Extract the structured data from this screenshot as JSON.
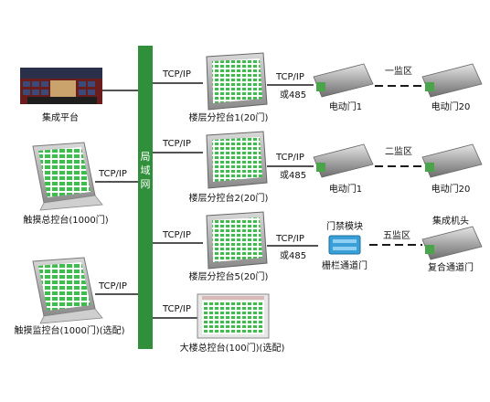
{
  "network": {
    "chars": [
      "局",
      "域",
      "网"
    ]
  },
  "left": {
    "integration_platform": "集成平台",
    "touch_master": "触摸总控台(1000门)",
    "touch_monitor": "触摸监控台(1000门)(选配)",
    "tcpip_touch_master": "TCP/IP",
    "tcpip_touch_monitor": "TCP/IP"
  },
  "rows": [
    {
      "tcpip": "TCP/IP",
      "controller": "楼层分控台1(20门)",
      "link": "TCP/IP",
      "link_alt": "或485",
      "door_a": "电动门1",
      "zone": "一监区",
      "door_b": "电动门20"
    },
    {
      "tcpip": "TCP/IP",
      "controller": "楼层分控台2(20门)",
      "link": "TCP/IP",
      "link_alt": "或485",
      "door_a": "电动门1",
      "zone": "二监区",
      "door_b": "电动门20"
    },
    {
      "tcpip": "TCP/IP",
      "controller": "楼层分控台5(20门)",
      "link": "TCP/IP",
      "link_alt": "或485",
      "module": "门禁模块",
      "door_a": "栅栏通道门",
      "zone": "五监区",
      "module_b": "集成机头",
      "door_b": "复合通道门"
    }
  ],
  "building": {
    "tcpip": "TCP/IP",
    "label": "大楼总控台(100门)(选配)"
  },
  "colors": {
    "bus": "#2f8f3a",
    "line": "#1a1a1a",
    "screen_green": "#3cbf4a",
    "metal": "#bdbdbd",
    "module_blue": "#3a9fd6"
  }
}
